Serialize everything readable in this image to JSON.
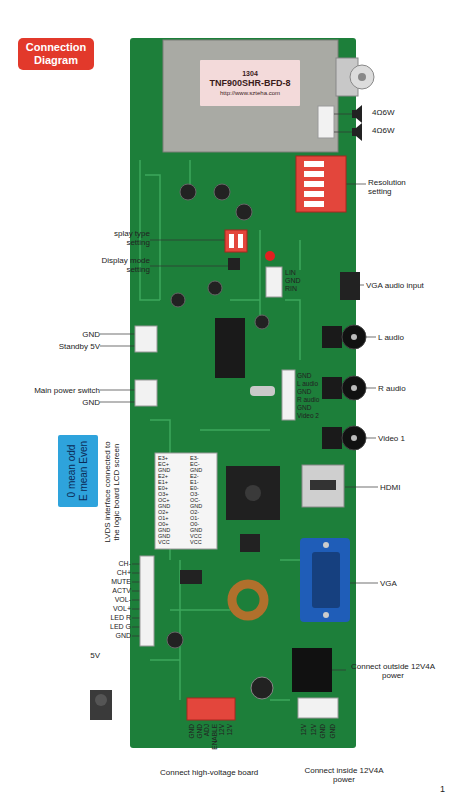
{
  "diagram": {
    "nodes": [
      {
        "text": [
          "Connection Diagram"
        ]
      },
      {
        "text": [
          "1304",
          "TNF900SHR-BFD-8",
          "http://www.szteha.com"
        ]
      },
      {
        "text": [
          "0 mean odd E mean Even"
        ]
      }
    ],
    "labels": [
      "4Ω6W",
      "4Ω6W",
      "Resolution setting",
      "splay type setting",
      "Display mode setting",
      "LIN",
      "GND",
      "RIN",
      "VGA audio input",
      "GND",
      "Standby 5V",
      "L audio",
      "Main power switch",
      "GND",
      "GND",
      "L audio",
      "GND",
      "R audio",
      "GND",
      "Video 2",
      "R audio",
      "Video 1",
      "LVDS interface connected to the logic board LCD screen",
      "HDMI",
      "E3+",
      "EC+",
      "GND",
      "E2+",
      "E1+",
      "E0+",
      "O3+",
      "OC+",
      "GND",
      "O2+",
      "O1+",
      "O0+",
      "GND",
      "GND",
      "VCC",
      "E3-",
      "EC-",
      "GND",
      "E2-",
      "E1-",
      "E0-",
      "O3-",
      "OC-",
      "GND",
      "O2-",
      "O1-",
      "O0-",
      "GND",
      "VCC",
      "VCC",
      "VGA",
      "CH-",
      "CH+",
      "MUTE",
      "ACTV",
      "VOL-",
      "VOL+",
      "LED R",
      "LED G",
      "GND",
      "5V",
      "Connect outside 12V4A power",
      "GND",
      "GND",
      "ADJ",
      "ENABLE",
      "12V",
      "12V",
      "Connect high-voltage board",
      "12V",
      "12V",
      "GND",
      "GND",
      "Connect inside 12V4A power",
      "1"
    ]
  }
}
